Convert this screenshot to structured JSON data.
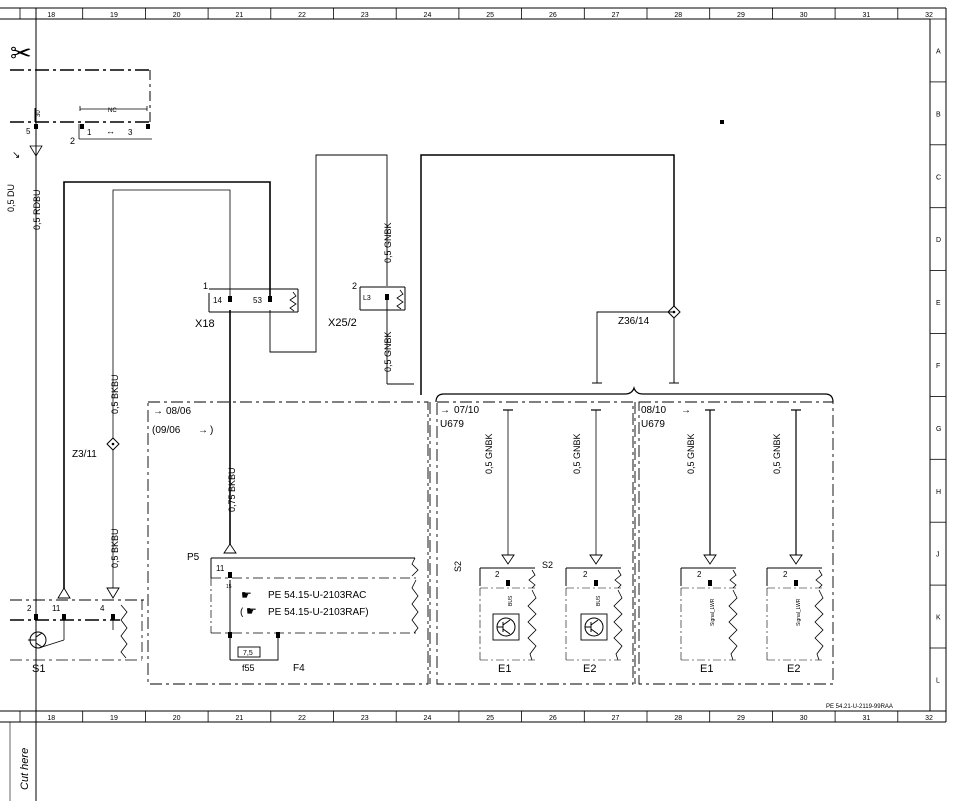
{
  "columns_top": [
    "18",
    "19",
    "20",
    "21",
    "22",
    "23",
    "24",
    "25",
    "26",
    "27",
    "28",
    "29",
    "30",
    "31",
    "32"
  ],
  "columns_bottom": [
    "18",
    "19",
    "20",
    "21",
    "22",
    "23",
    "24",
    "25",
    "26",
    "27",
    "28",
    "29",
    "30",
    "31",
    "32"
  ],
  "rows": [
    "A",
    "B",
    "C",
    "D",
    "E",
    "F",
    "G",
    "H",
    "J",
    "K",
    "L"
  ],
  "left_module": {
    "pin_top": "30",
    "pin_5": "5",
    "nc": "NC",
    "pin_1": "1",
    "pin_3": "3",
    "conn": "2"
  },
  "wires": {
    "rdbu": "0,5 RDBU",
    "cutoff": "0,5 DU",
    "bkbu_upper": "0,5 BKBU",
    "bkbu_lower": "0,5 BKBU",
    "bkbu_075": "0,75 BKBU",
    "gnbk_upper": "0,5 GNBK",
    "gnbk_lower": "0,5 GNBK",
    "gnbk_e1a": "0,5 GNBK",
    "gnbk_e2a": "0,5 GNBK",
    "gnbk_e1b": "0,5 GNBK",
    "gnbk_e2b": "0,5 GNBK"
  },
  "x18": {
    "label": "X18",
    "conn": "1",
    "pin_a": "14",
    "pin_b": "53"
  },
  "x25": {
    "label": "X25/2",
    "conn": "2",
    "pin": "L3"
  },
  "splices": {
    "z3": "Z3/11",
    "z36": "Z36/14"
  },
  "group1": {
    "from": "08/06",
    "range": "(09/06",
    "range_close": ")"
  },
  "group2": {
    "from": "07/10",
    "module": "U679"
  },
  "group3": {
    "from": "08/10",
    "module": "U679"
  },
  "p5": {
    "label": "P5",
    "pin": "11",
    "pin_small": "15",
    "ref1": "PE 54.15-U-2103RAC",
    "ref2": "(",
    "ref2_text": "PE 54.15-U-2103RAF)",
    "fuse_value": "7,5",
    "fuse_label": "f55",
    "module": "F4"
  },
  "s1": {
    "label": "S1",
    "pin_a": "2",
    "pin_b": "11",
    "pin_c": "4"
  },
  "sub_e1a": {
    "label": "E1",
    "pin": "2",
    "signal": "BUS",
    "tag": "S2"
  },
  "sub_e2a": {
    "label": "E2",
    "pin": "2",
    "signal": "BUS",
    "tag": "S2"
  },
  "sub_e1b": {
    "label": "E1",
    "pin": "2",
    "signal": "Signal_LWR"
  },
  "sub_e2b": {
    "label": "E2",
    "pin": "2",
    "signal": "Signal_LWR"
  },
  "doc_ref": "PE 54.21-U-2119-99RAA",
  "cut_here": "Cut here"
}
